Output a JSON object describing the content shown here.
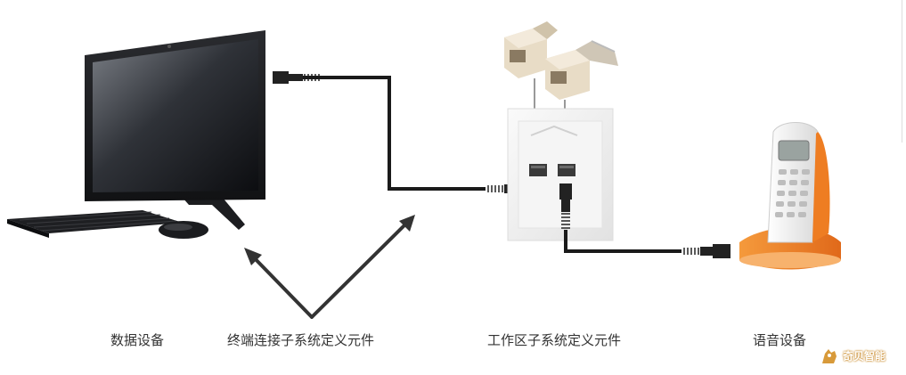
{
  "labels": {
    "data_device": "数据设备",
    "terminal_subsystem": "终端连接子系统定义元件",
    "work_area_subsystem": "工作区子系统定义元件",
    "voice_device": "语音设备"
  },
  "watermark": {
    "text": "奇贝智能",
    "icon": "rooster-logo-icon"
  },
  "colors": {
    "cable": "#1a1a1a",
    "arrow": "#333333",
    "phone_accent": "#ee7d22",
    "faceplate": "#eeeeee",
    "watermark": "#d89a3a"
  }
}
